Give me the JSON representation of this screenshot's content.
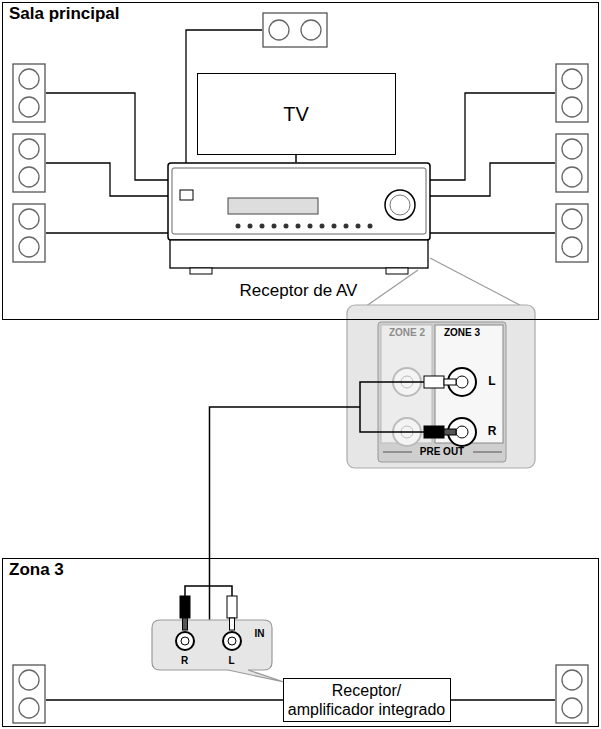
{
  "diagram": {
    "nodes": [
      {
        "text": [
          "Sala principal"
        ]
      },
      {
        "text": [
          "TV"
        ],
        "in": 0
      },
      {
        "text": [
          "Receptor de AV"
        ],
        "in": 0
      },
      {
        "text": [
          "ZONE 2",
          "ZONE 3",
          "L",
          "R",
          "PRE OUT"
        ]
      },
      {
        "text": [
          "Zona 3"
        ]
      },
      {
        "text": [
          "R",
          "L",
          "IN"
        ],
        "in": 4
      },
      {
        "text": [
          "Receptor/ amplificador integrado"
        ],
        "in": 4
      }
    ],
    "edges": [
      {
        "from": 1,
        "to": 2,
        "arrow": "none"
      },
      {
        "from": 3,
        "to": 5,
        "arrow": "none"
      }
    ]
  }
}
